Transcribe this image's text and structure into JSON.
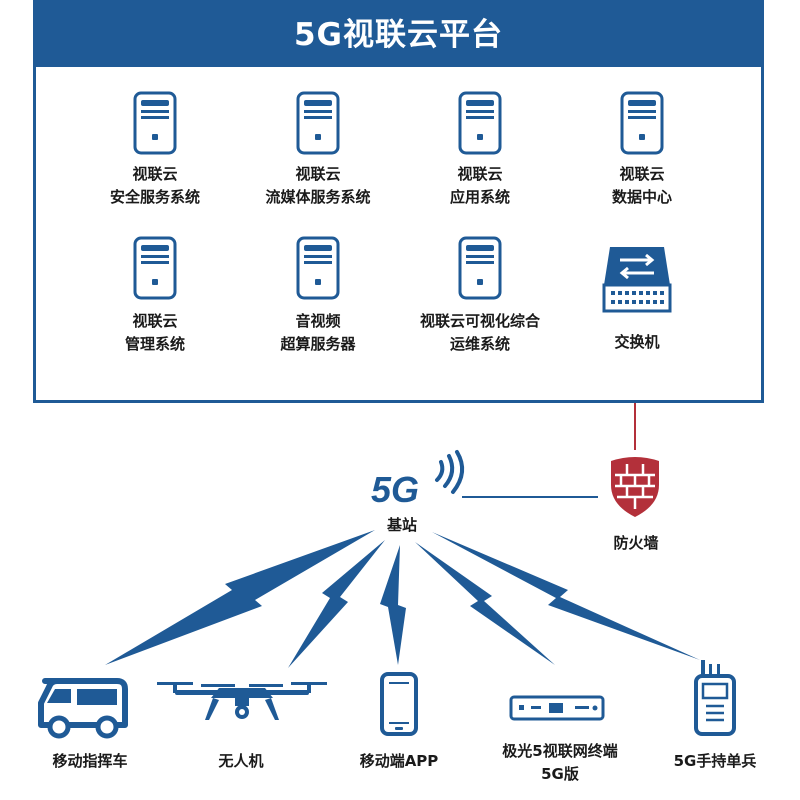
{
  "platform": {
    "title": "5G视联云平台"
  },
  "servers": [
    {
      "line1": "视联云",
      "line2": "安全服务系统"
    },
    {
      "line1": "视联云",
      "line2": "流媒体服务系统"
    },
    {
      "line1": "视联云",
      "line2": "应用系统"
    },
    {
      "line1": "视联云",
      "line2": "数据中心"
    },
    {
      "line1": "视联云",
      "line2": "管理系统"
    },
    {
      "line1": "音视频",
      "line2": "超算服务器"
    },
    {
      "line1": "视联云可视化综合",
      "line2": "运维系统"
    }
  ],
  "switch": {
    "label": "交换机"
  },
  "firewall": {
    "label": "防火墙"
  },
  "base_station": {
    "logo": "5G",
    "label": "基站"
  },
  "terminals": [
    {
      "line1": "移动指挥车",
      "line2": ""
    },
    {
      "line1": "无人机",
      "line2": ""
    },
    {
      "line1": "移动端APP",
      "line2": ""
    },
    {
      "line1": "极光5视联网终端",
      "line2": "5G版"
    },
    {
      "line1": "5G手持单兵",
      "line2": ""
    }
  ],
  "colors": {
    "primary": "#1f5a96",
    "firewall": "#b3303a",
    "link": "#1f5a96"
  },
  "icons": {
    "server": "server-tower-icon",
    "switch": "network-switch-icon",
    "firewall": "firewall-shield-icon",
    "base_station": "5g-signal-icon",
    "vehicle": "van-icon",
    "drone": "drone-icon",
    "phone": "smartphone-icon",
    "terminal": "set-top-box-icon",
    "radio": "walkie-talkie-icon"
  }
}
